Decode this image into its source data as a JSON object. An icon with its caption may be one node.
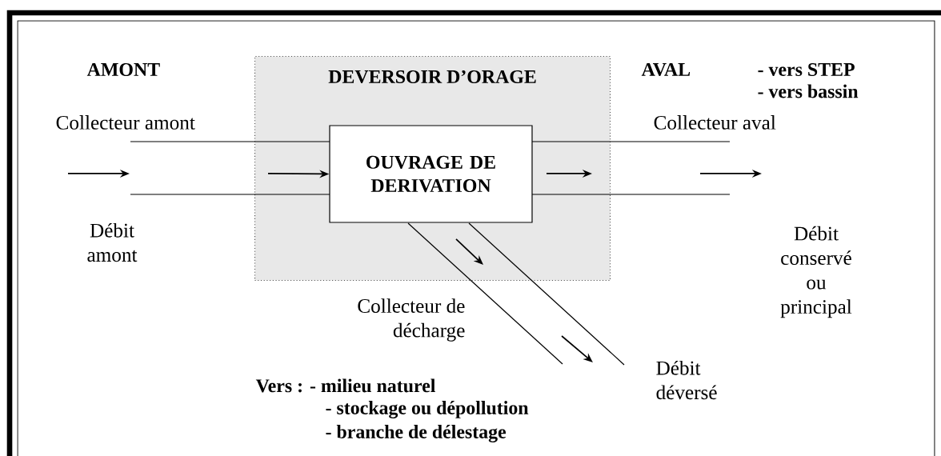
{
  "diagram": {
    "nodes": [
      {
        "text": [
          "DEVERSOIR D’ORAGE"
        ]
      },
      {
        "text": [
          "OUVRAGE DE DERIVATION"
        ],
        "in": 0
      }
    ],
    "edges": [
      {
        "from": null,
        "to": 1,
        "arrow": "to"
      }
    ],
    "labels": [
      "AMONT",
      "AVAL",
      "- vers STEP",
      "- vers bassin",
      "Collecteur amont",
      "Collecteur aval",
      "Débit amont",
      "Débit conservé ou principal",
      "Collecteur de décharge",
      "Débit déversé",
      "Vers : - milieu naturel",
      "- stockage ou dépollution",
      "- branche de délestage"
    ]
  }
}
